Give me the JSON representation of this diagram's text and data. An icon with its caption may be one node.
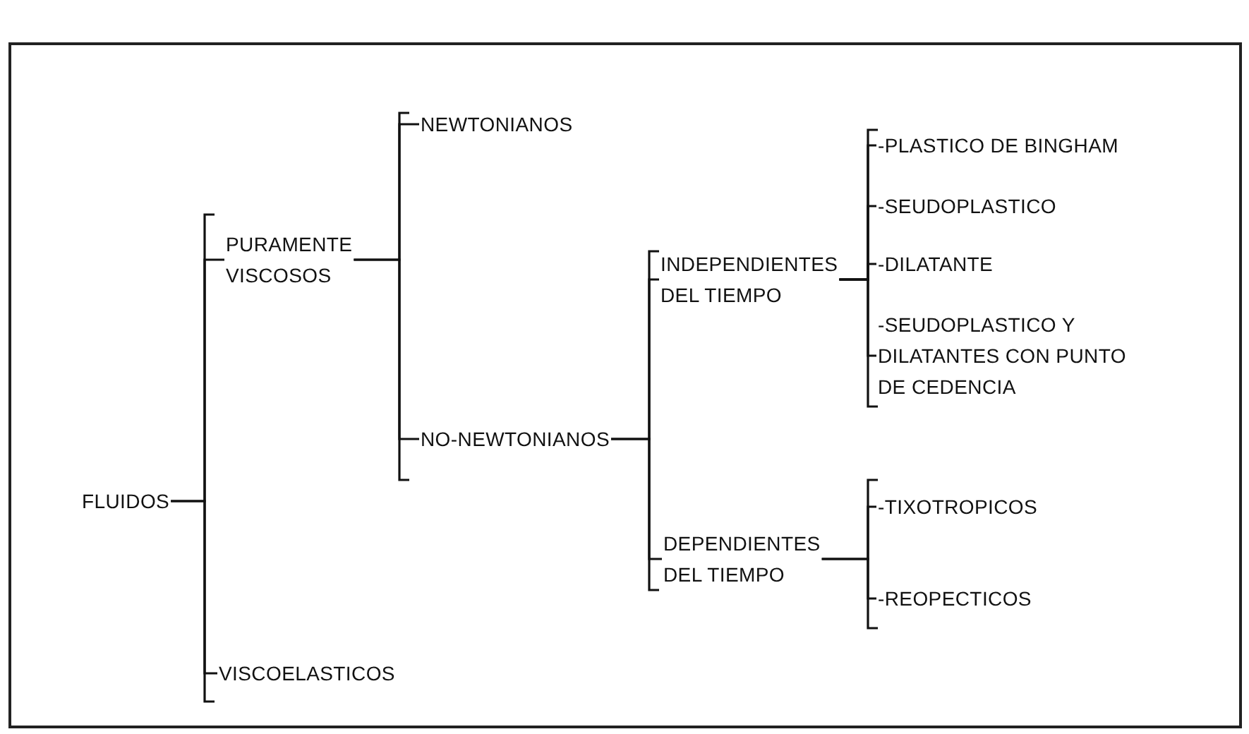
{
  "diagram": {
    "nodes": [
      {
        "text": [
          "FLUIDOS"
        ]
      },
      {
        "text": [
          "PURAMENTE VISCOSOS"
        ]
      },
      {
        "text": [
          "VISCOELASTICOS"
        ]
      },
      {
        "text": [
          "NEWTONIANOS"
        ]
      },
      {
        "text": [
          "NO-NEWTONIANOS"
        ]
      },
      {
        "text": [
          "INDEPENDIENTES DEL TIEMPO"
        ]
      },
      {
        "text": [
          "DEPENDIENTES DEL TIEMPO"
        ]
      },
      {
        "text": [
          "-PLASTICO DE BINGHAM"
        ]
      },
      {
        "text": [
          "-SEUDOPLASTICO"
        ]
      },
      {
        "text": [
          "-DILATANTE"
        ]
      },
      {
        "text": [
          "-SEUDOPLASTICO Y DILATANTES CON PUNTO DE CEDENCIA"
        ]
      },
      {
        "text": [
          "-TIXOTROPICOS"
        ]
      },
      {
        "text": [
          "-REOPECTICOS"
        ]
      }
    ],
    "edges": [
      {
        "from": 0,
        "to": 1,
        "arrow": "none"
      },
      {
        "from": 0,
        "to": 2,
        "arrow": "none"
      },
      {
        "from": 1,
        "to": 3,
        "arrow": "none"
      },
      {
        "from": 1,
        "to": 4,
        "arrow": "none"
      },
      {
        "from": 4,
        "to": 5,
        "arrow": "none"
      },
      {
        "from": 4,
        "to": 6,
        "arrow": "none"
      },
      {
        "from": 5,
        "to": 7,
        "arrow": "none"
      },
      {
        "from": 5,
        "to": 8,
        "arrow": "none"
      },
      {
        "from": 5,
        "to": 9,
        "arrow": "none"
      },
      {
        "from": 5,
        "to": 10,
        "arrow": "none"
      },
      {
        "from": 6,
        "to": 11,
        "arrow": "none"
      },
      {
        "from": 6,
        "to": 12,
        "arrow": "none"
      }
    ]
  }
}
